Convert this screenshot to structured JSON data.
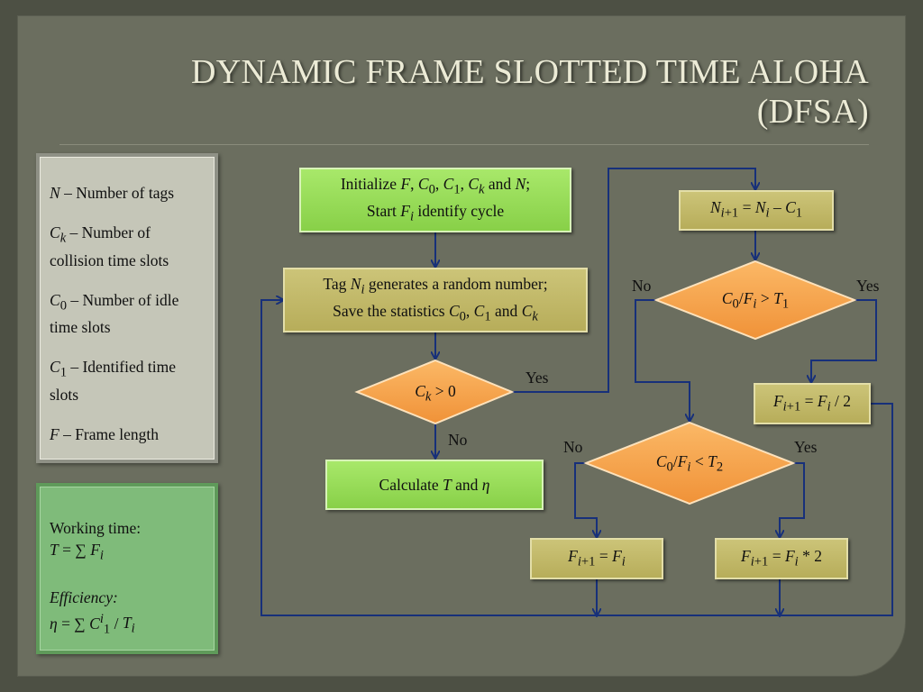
{
  "title": {
    "line1": "DYNAMIC FRAME SLOTTED TIME ALOHA",
    "line2": "(DFSA)"
  },
  "legend": {
    "items": [
      {
        "sym": "N",
        "sub": "",
        "text": " – Number of tags"
      },
      {
        "sym": "C",
        "sub": "k",
        "text": " – Number of collision time slots"
      },
      {
        "sym": "C",
        "sub": "0",
        "text": " – Number of idle time slots"
      },
      {
        "sym": "C",
        "sub": "1",
        "text": " – Identified time slots"
      },
      {
        "sym": "F",
        "sub": "",
        "text": " – Frame length"
      }
    ]
  },
  "summary": {
    "working_label": "Working time:",
    "efficiency_label": "Efficiency:"
  },
  "flow": {
    "init_line1": "Initialize F, C0, C1, Ck and N;",
    "init_line2": "Start Fi identify cycle",
    "tag_line1": "Tag Ni generates a random number;",
    "tag_line2": "Save the statistics C0, C1 and Ck",
    "decision_ck": "Ck > 0",
    "calc": "Calculate T and η",
    "n_update": "Ni+1 = Ni – C1",
    "decision_t1": "C0/Fi > T1",
    "f_half": "Fi+1 = Fi / 2",
    "decision_t2": "C0/Fi < T2",
    "f_same": "Fi+1 = Fi",
    "f_double": "Fi+1 = Fi * 2"
  },
  "labels": {
    "yes": "Yes",
    "no": "No"
  },
  "colors": {
    "arrow": "#17307a",
    "decision": "#f6a04a",
    "process_green": "#98dc56",
    "process_olive": "#c2b866"
  }
}
